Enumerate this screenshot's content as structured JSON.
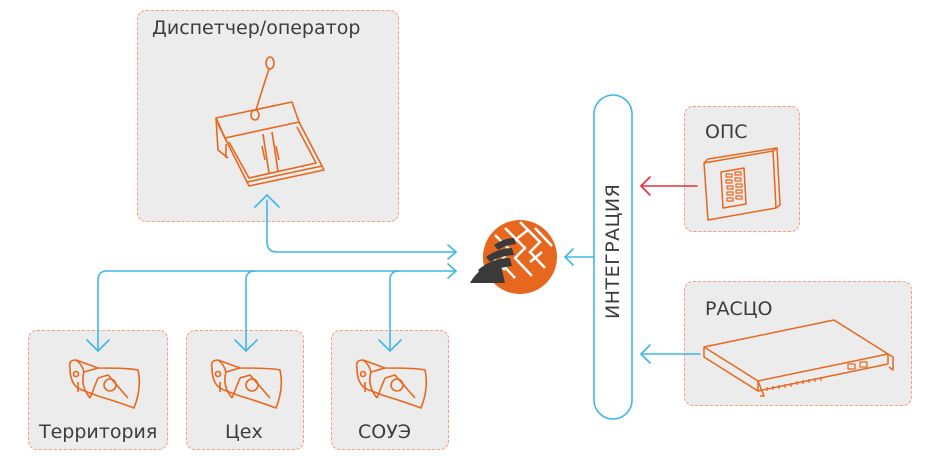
{
  "nodes": {
    "dispatcher": {
      "label": "Диспетчер/оператор",
      "icon": "console-microphone-icon"
    },
    "ops": {
      "label": "ОПС",
      "icon": "fire-alarm-panel-icon"
    },
    "rasco": {
      "label": "РАСЦО",
      "icon": "rack-unit-device-icon"
    },
    "territory": {
      "label": "Территория",
      "icon": "horn-speaker-icon"
    },
    "workshop": {
      "label": "Цех",
      "icon": "horn-speaker-icon"
    },
    "soue": {
      "label": "СОУЭ",
      "icon": "horn-speaker-icon"
    },
    "integration": {
      "label": "ИНТЕГРАЦИЯ"
    },
    "hub": {
      "icon": "network-globe-logo-icon"
    }
  },
  "colors": {
    "link_blue": "#3fb7e6",
    "link_red": "#e5303a",
    "icon_orange": "#e8671e",
    "box_fill": "#ececec",
    "box_border": "#f2a07a",
    "text": "#3c3c3c"
  },
  "connections": [
    {
      "from": "hub",
      "to": "dispatcher",
      "color": "blue"
    },
    {
      "from": "dispatcher",
      "to": "hub",
      "color": "blue"
    },
    {
      "from": "hub",
      "to": "territory",
      "color": "blue"
    },
    {
      "from": "hub",
      "to": "workshop",
      "color": "blue"
    },
    {
      "from": "hub",
      "to": "soue",
      "color": "blue"
    },
    {
      "from": "integration",
      "to": "hub",
      "color": "blue"
    },
    {
      "from": "ops",
      "to": "integration",
      "color": "red"
    },
    {
      "from": "rasco",
      "to": "integration",
      "color": "blue"
    }
  ]
}
